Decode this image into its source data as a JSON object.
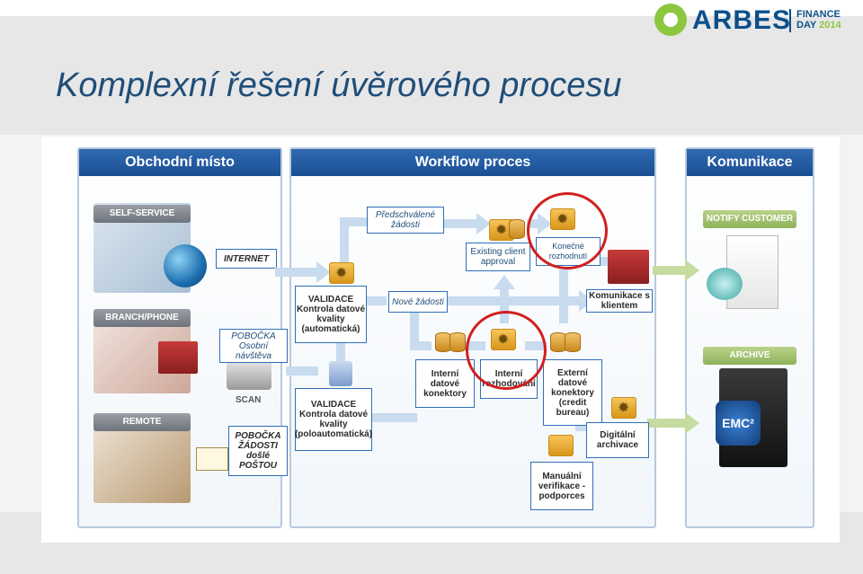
{
  "title": "Komplexní řešení úvěrového procesu",
  "logo": {
    "brand": "ARBES",
    "finance": "FINANCE",
    "day": "DAY",
    "year": "2014"
  },
  "columns": {
    "left": "Obchodní místo",
    "middle": "Workflow proces",
    "right": "Komunikace"
  },
  "tags": {
    "self_service": "SELF-SERVICE",
    "branch_phone": "BRANCH/PHONE",
    "remote": "REMOTE",
    "scan": "SCAN",
    "notify": "NOTIFY CUSTOMER",
    "archive": "ARCHIVE",
    "emc": "EMC²"
  },
  "boxes": {
    "internet": "INTERNET",
    "pobocka_visit": "POBOČKA Osobní návštěva",
    "pobocka_post": "POBOČKA ŽÁDOSTI došlé POŠTOU",
    "validace_auto": "VALIDACE Kontrola datové kvality (automatická)",
    "validace_semi": "VALIDACE Kontrola datové kvality (poloautomatická)",
    "preapproved": "Předschválené žádosti",
    "existing": "Existing client approval",
    "final_decision": "Konečné rozhodnutí",
    "new_requests": "Nové žádosti",
    "internal_connectors": "Interní datové konektory",
    "internal_decision": "Interní rozhodování",
    "external_connectors": "Externí datové konektory (credit bureau)",
    "manual": "Manuální verifikace - podporces",
    "client_comm": "Komunikace s klientem",
    "digital_archive": "Digitální archivace"
  }
}
